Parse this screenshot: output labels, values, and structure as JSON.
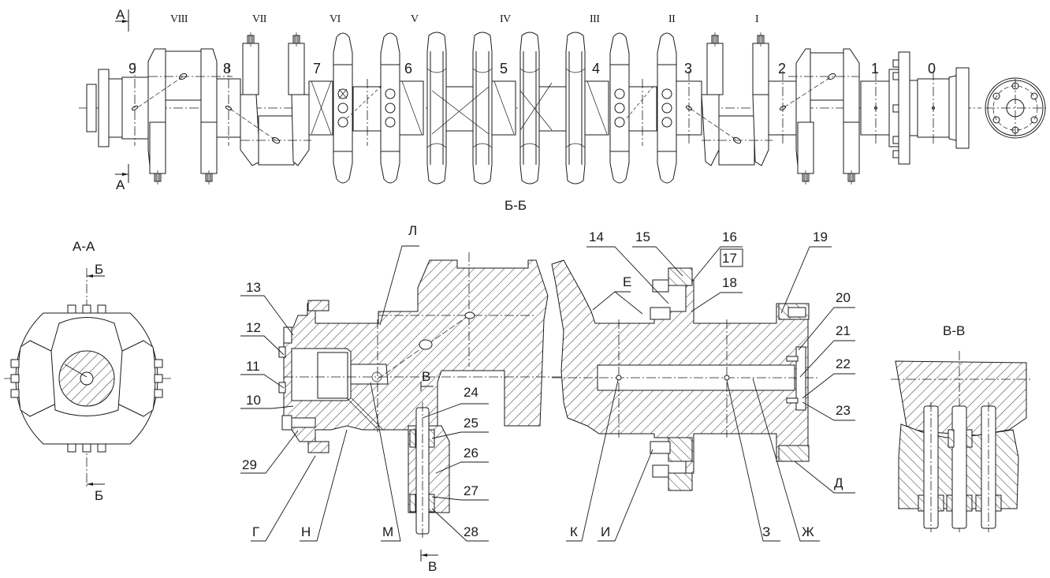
{
  "drawing": {
    "subject": "Crankshaft assembly with section views",
    "main_view": {
      "journal_labels": [
        "9",
        "8",
        "7",
        "6",
        "5",
        "4",
        "3",
        "2",
        "1",
        "0"
      ],
      "crank_labels": [
        "VIII",
        "VII",
        "VI",
        "V",
        "IV",
        "III",
        "II",
        "I"
      ],
      "section_marks": {
        "top": "А",
        "bottom": "А"
      }
    },
    "section_aa": {
      "title": "А-А",
      "cut_top": "Б",
      "cut_bottom": "Б"
    },
    "section_bb": {
      "title": "Б-Б",
      "callouts_left": [
        "13",
        "12",
        "11",
        "10",
        "29"
      ],
      "callouts_bottom_left": [
        "Г",
        "Н",
        "М"
      ],
      "callout_top_l": "Л",
      "callouts_pin": [
        "24",
        "25",
        "26",
        "27",
        "28"
      ],
      "section_mark_v_top": "В",
      "section_mark_v_bottom": "В",
      "callouts_top_right": [
        "14",
        "15",
        "16",
        "17",
        "18",
        "19"
      ],
      "callout_e": "Е",
      "callouts_right": [
        "20",
        "21",
        "22",
        "23"
      ],
      "callouts_bottom_right": [
        "К",
        "И",
        "З",
        "Ж",
        "Д"
      ]
    },
    "section_vv": {
      "title": "В-В"
    }
  }
}
